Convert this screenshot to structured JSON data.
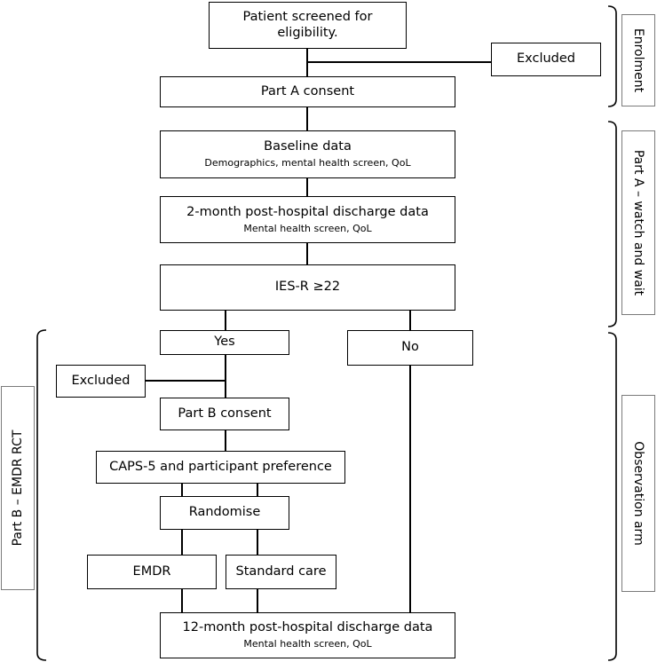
{
  "flowchart": {
    "screened": "Patient screened for eligibility.",
    "excluded_top": "Excluded",
    "part_a_consent": "Part A consent",
    "baseline": {
      "title": "Baseline data",
      "detail": "Demographics, mental health screen, QoL"
    },
    "two_month": {
      "title": "2-month post-hospital discharge data",
      "detail": "Mental health screen, QoL"
    },
    "ies_r": "IES-R ≥22",
    "yes": "Yes",
    "no": "No",
    "excluded_mid": "Excluded",
    "part_b_consent": "Part B consent",
    "caps5": "CAPS-5 and participant preference",
    "randomise": "Randomise",
    "emdr": "EMDR",
    "standard_care": "Standard care",
    "twelve_month": {
      "title": "12-month post-hospital discharge data",
      "detail": "Mental health screen, QoL"
    }
  },
  "phases": {
    "enrolment": "Enrolment",
    "part_a": "Part A – watch and wait",
    "observation": "Observation arm",
    "part_b": "Part B – EMDR RCT"
  }
}
